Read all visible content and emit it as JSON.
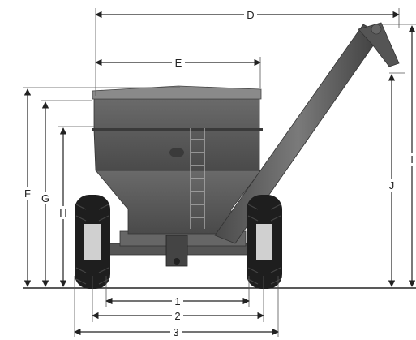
{
  "figure": {
    "kind": "grain-cart-front-view-dimensions",
    "colors": {
      "body": "#5a5a5a",
      "body_dark": "#3a3a3a",
      "tire": "#1e1e1e",
      "hub": "#d0d0d0",
      "line": "#222222"
    }
  },
  "dimensions": {
    "D": "D",
    "E": "E",
    "F": "F",
    "G": "G",
    "H": "H",
    "I": "I",
    "J": "J",
    "one": "1",
    "two": "2",
    "three": "3"
  }
}
